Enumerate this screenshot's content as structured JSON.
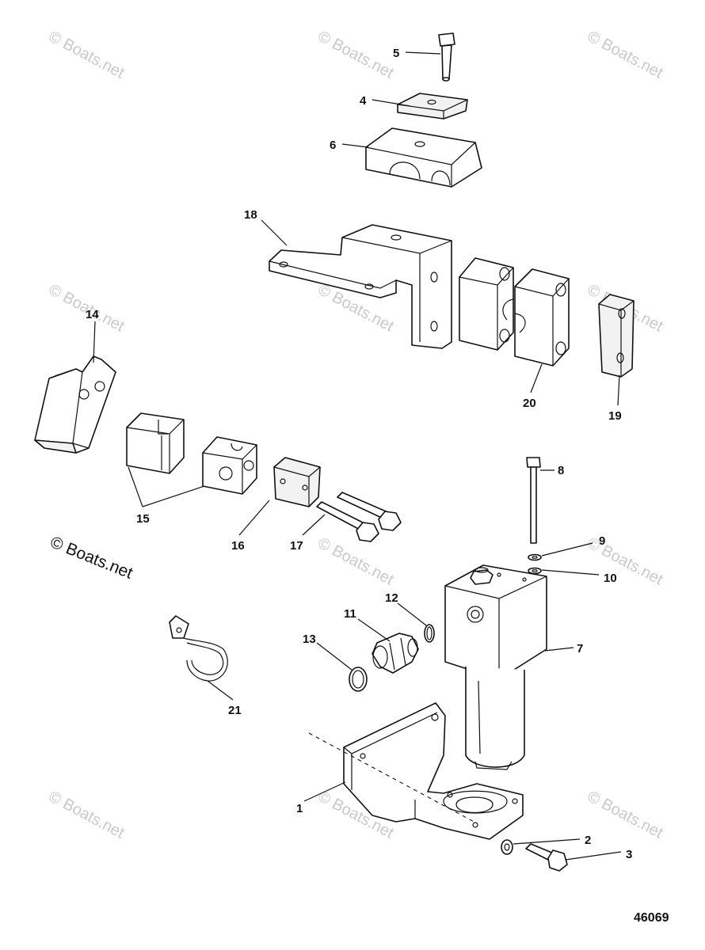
{
  "watermark_text": "© Boats.net",
  "document_number": "46069",
  "callouts": [
    {
      "id": "5",
      "label": "5"
    },
    {
      "id": "4",
      "label": "4"
    },
    {
      "id": "6",
      "label": "6"
    },
    {
      "id": "18",
      "label": "18"
    },
    {
      "id": "14",
      "label": "14"
    },
    {
      "id": "20",
      "label": "20"
    },
    {
      "id": "19",
      "label": "19"
    },
    {
      "id": "15",
      "label": "15"
    },
    {
      "id": "16",
      "label": "16"
    },
    {
      "id": "17",
      "label": "17"
    },
    {
      "id": "8",
      "label": "8"
    },
    {
      "id": "9",
      "label": "9"
    },
    {
      "id": "10",
      "label": "10"
    },
    {
      "id": "12",
      "label": "12"
    },
    {
      "id": "11",
      "label": "11"
    },
    {
      "id": "13",
      "label": "13"
    },
    {
      "id": "7",
      "label": "7"
    },
    {
      "id": "21",
      "label": "21"
    },
    {
      "id": "1",
      "label": "1"
    },
    {
      "id": "2",
      "label": "2"
    },
    {
      "id": "3",
      "label": "3"
    }
  ]
}
